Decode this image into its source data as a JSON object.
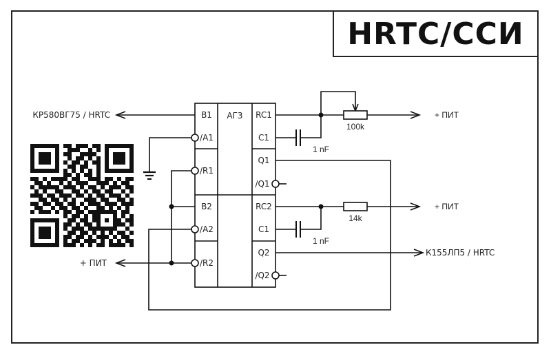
{
  "title": "HRTC/CCИ",
  "chip": {
    "name": "АГ3",
    "left_pins": [
      "B1",
      "/A1",
      "/R1",
      "B2",
      "/A2",
      "/R2"
    ],
    "right_pins": [
      "RC1",
      "C1",
      "Q1",
      "/Q1",
      "RC2",
      "C1",
      "Q2",
      "/Q2"
    ]
  },
  "components": {
    "pot1_value": "100k",
    "res2_value": "14k",
    "cap1_value": "1 nF",
    "cap2_value": "1 nF"
  },
  "nets": {
    "b1_out": "КР580ВГ75 / HRTC",
    "r2_supply": "+ ПИТ",
    "rc1_supply": "+ ПИТ",
    "rc2_supply": "+ ПИТ",
    "q2_out": "К155ЛП5 / HRTC"
  },
  "qr_code": {
    "description": "QR code"
  }
}
